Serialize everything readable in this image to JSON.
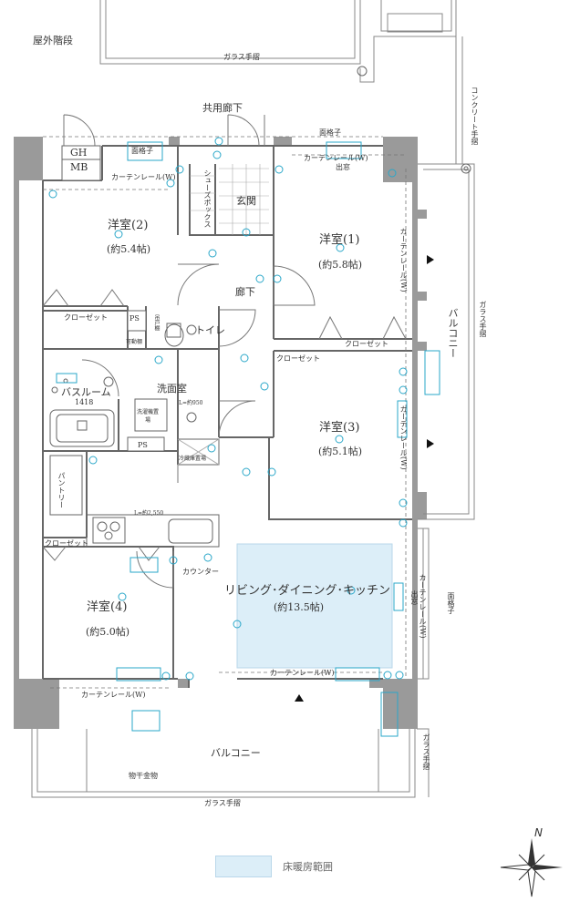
{
  "plan": {
    "outdoor_stairs": "屋外階段",
    "common_corridor": "共用廊下",
    "gh": "GH",
    "mb": "MB",
    "concrete_handrail": "コンクリート手摺",
    "rooms": {
      "western2": {
        "name": "洋室(2)",
        "size": "(約5.4帖)"
      },
      "western1": {
        "name": "洋室(1)",
        "size": "(約5.8帖)"
      },
      "western3": {
        "name": "洋室(3)",
        "size": "(約5.1帖)"
      },
      "western4": {
        "name": "洋室(4)",
        "size": "(約5.0帖)"
      },
      "ldk": {
        "name": "リビング･ダイニング･キッチン",
        "size": "(約13.5帖)"
      },
      "entrance": "玄関",
      "hallway": "廊下",
      "washroom": "洗面室",
      "bathroom": "バスルーム",
      "bath_size": "1418",
      "toilet": "トイレ",
      "shoes_box": "シューズボックス",
      "pantry": "パントリー"
    },
    "labels": {
      "closet": "クローゼット",
      "ps": "PS",
      "shelf": "吊戸棚",
      "movable_shelf": "可動棚",
      "washer": "洗濯機置場",
      "washer_width": "L=約950",
      "fridge": "冷蔵庫置場",
      "kitchen_length": "L=約2,550",
      "counter": "カウンター",
      "curtain_rail": "カーテンレール(W)",
      "curtain_rail_short": "カーテンレール",
      "balcony": "バルコニー",
      "glass_handrail": "ガラス手摺",
      "lattice": "面格子",
      "bay_window": "出窓",
      "dryer": "物干金物"
    }
  },
  "legend": {
    "floor_heating": "床暖房範囲",
    "floor_heating_color": "#dceef8"
  },
  "compass": {
    "north": "N"
  }
}
